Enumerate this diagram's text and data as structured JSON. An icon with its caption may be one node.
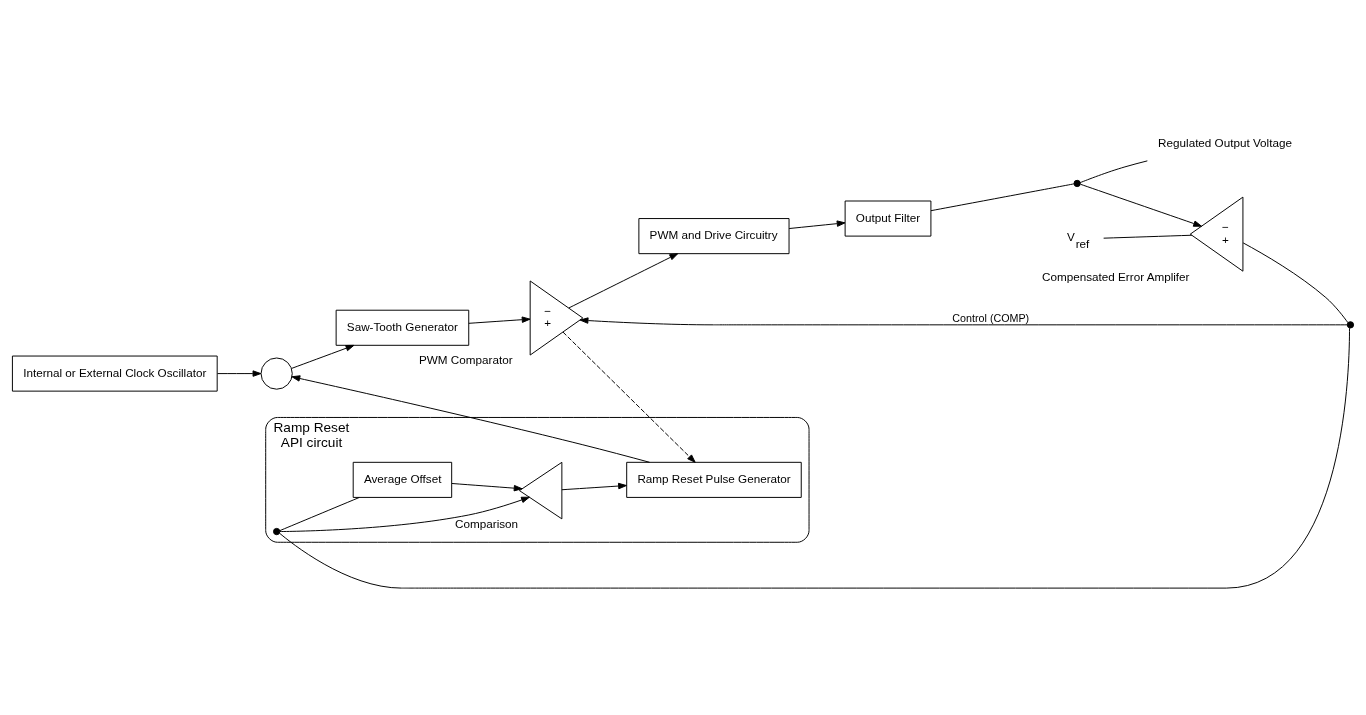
{
  "diagram": {
    "nodes": [
      {
        "text": [
          "Internal or External Clock Oscillator"
        ]
      },
      {
        "text": [],
        "shape": "circle"
      },
      {
        "text": [
          "Saw-Tooth Generator"
        ]
      },
      {
        "text": [
          "−",
          "+"
        ],
        "beside": [
          "PWM Comparator"
        ]
      },
      {
        "text": [
          "PWM and Drive Circuitry"
        ]
      },
      {
        "text": [
          "Output Filter"
        ]
      },
      {
        "text": [],
        "shape": "dot"
      },
      {
        "text": [
          "Regulated Output Voltage"
        ]
      },
      {
        "text": [
          "−",
          "+"
        ],
        "beside": [
          "Compensated Error Amplifer"
        ]
      },
      {
        "text": [
          "V$_{ref}$"
        ]
      },
      {
        "text": [],
        "shape": "dot"
      },
      {
        "text": [
          "Ramp Reset",
          "API circuit"
        ]
      },
      {
        "text": [
          "Ramp Reset Pulse Generator"
        ],
        "in": 11
      },
      {
        "text": [],
        "shape": "triangle",
        "beside": [
          "Comparison"
        ],
        "in": 11
      },
      {
        "text": [
          "Average Offset"
        ],
        "in": 11
      },
      {
        "text": [],
        "shape": "dot",
        "in": 11
      }
    ],
    "edges": [
      {
        "from": 0,
        "to": 1,
        "arrow": "to"
      },
      {
        "from": 1,
        "to": 2,
        "arrow": "to"
      },
      {
        "from": 2,
        "to": 3,
        "arrow": "to"
      },
      {
        "from": 3,
        "to": 4,
        "arrow": "to"
      },
      {
        "from": 4,
        "to": 5,
        "arrow": "to"
      },
      {
        "from": 5,
        "to": 6,
        "arrow": "none"
      },
      {
        "from": 6,
        "to": 7,
        "arrow": "none"
      },
      {
        "from": 6,
        "to": 8,
        "arrow": "to"
      },
      {
        "from": 9,
        "to": 8,
        "arrow": "none"
      },
      {
        "from": 8,
        "to": 10,
        "arrow": "none"
      },
      {
        "from": 10,
        "to": 3,
        "arrow": "to",
        "label": "Control (COMP)"
      },
      {
        "from": 10,
        "to": 15,
        "arrow": "none"
      },
      {
        "from": 15,
        "to": 13,
        "arrow": "to"
      },
      {
        "from": 15,
        "to": 14,
        "arrow": "none"
      },
      {
        "from": 14,
        "to": 13,
        "arrow": "to"
      },
      {
        "from": 13,
        "to": 12,
        "arrow": "to"
      },
      {
        "from": 12,
        "to": 1,
        "arrow": "to"
      },
      {
        "from": 3,
        "to": 12,
        "arrow": "to",
        "style": "dashed"
      }
    ]
  }
}
